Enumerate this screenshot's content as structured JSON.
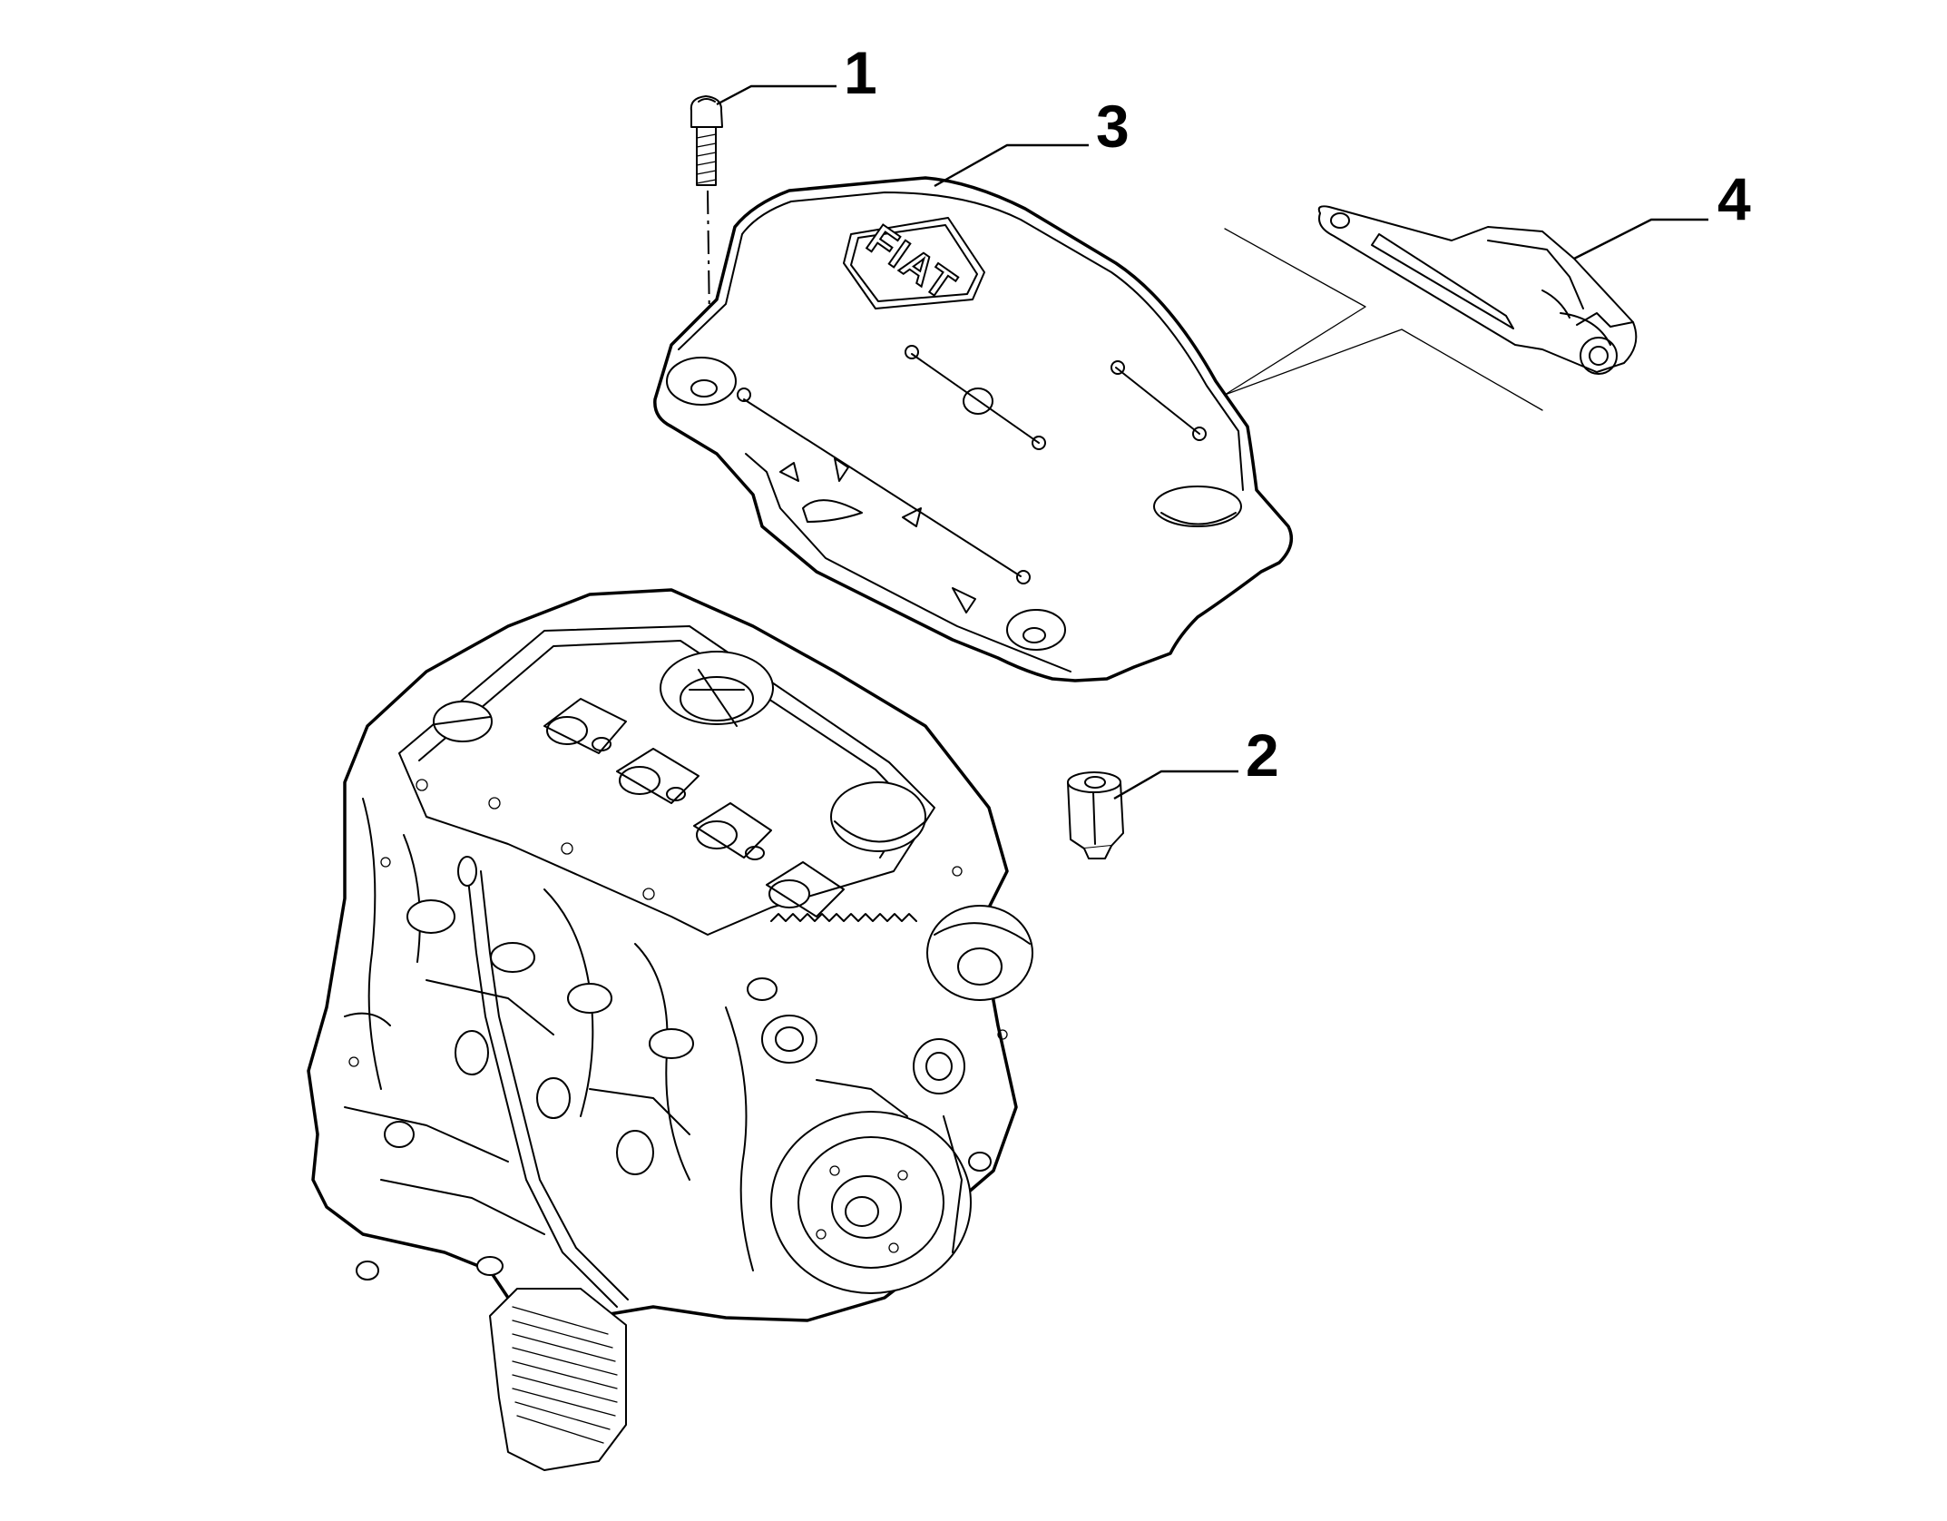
{
  "callouts": [
    {
      "id": "bolt",
      "label": "1"
    },
    {
      "id": "spacer",
      "label": "2"
    },
    {
      "id": "engine-cover",
      "label": "3"
    },
    {
      "id": "bracket",
      "label": "4"
    }
  ],
  "cover_logo": "FIAT"
}
